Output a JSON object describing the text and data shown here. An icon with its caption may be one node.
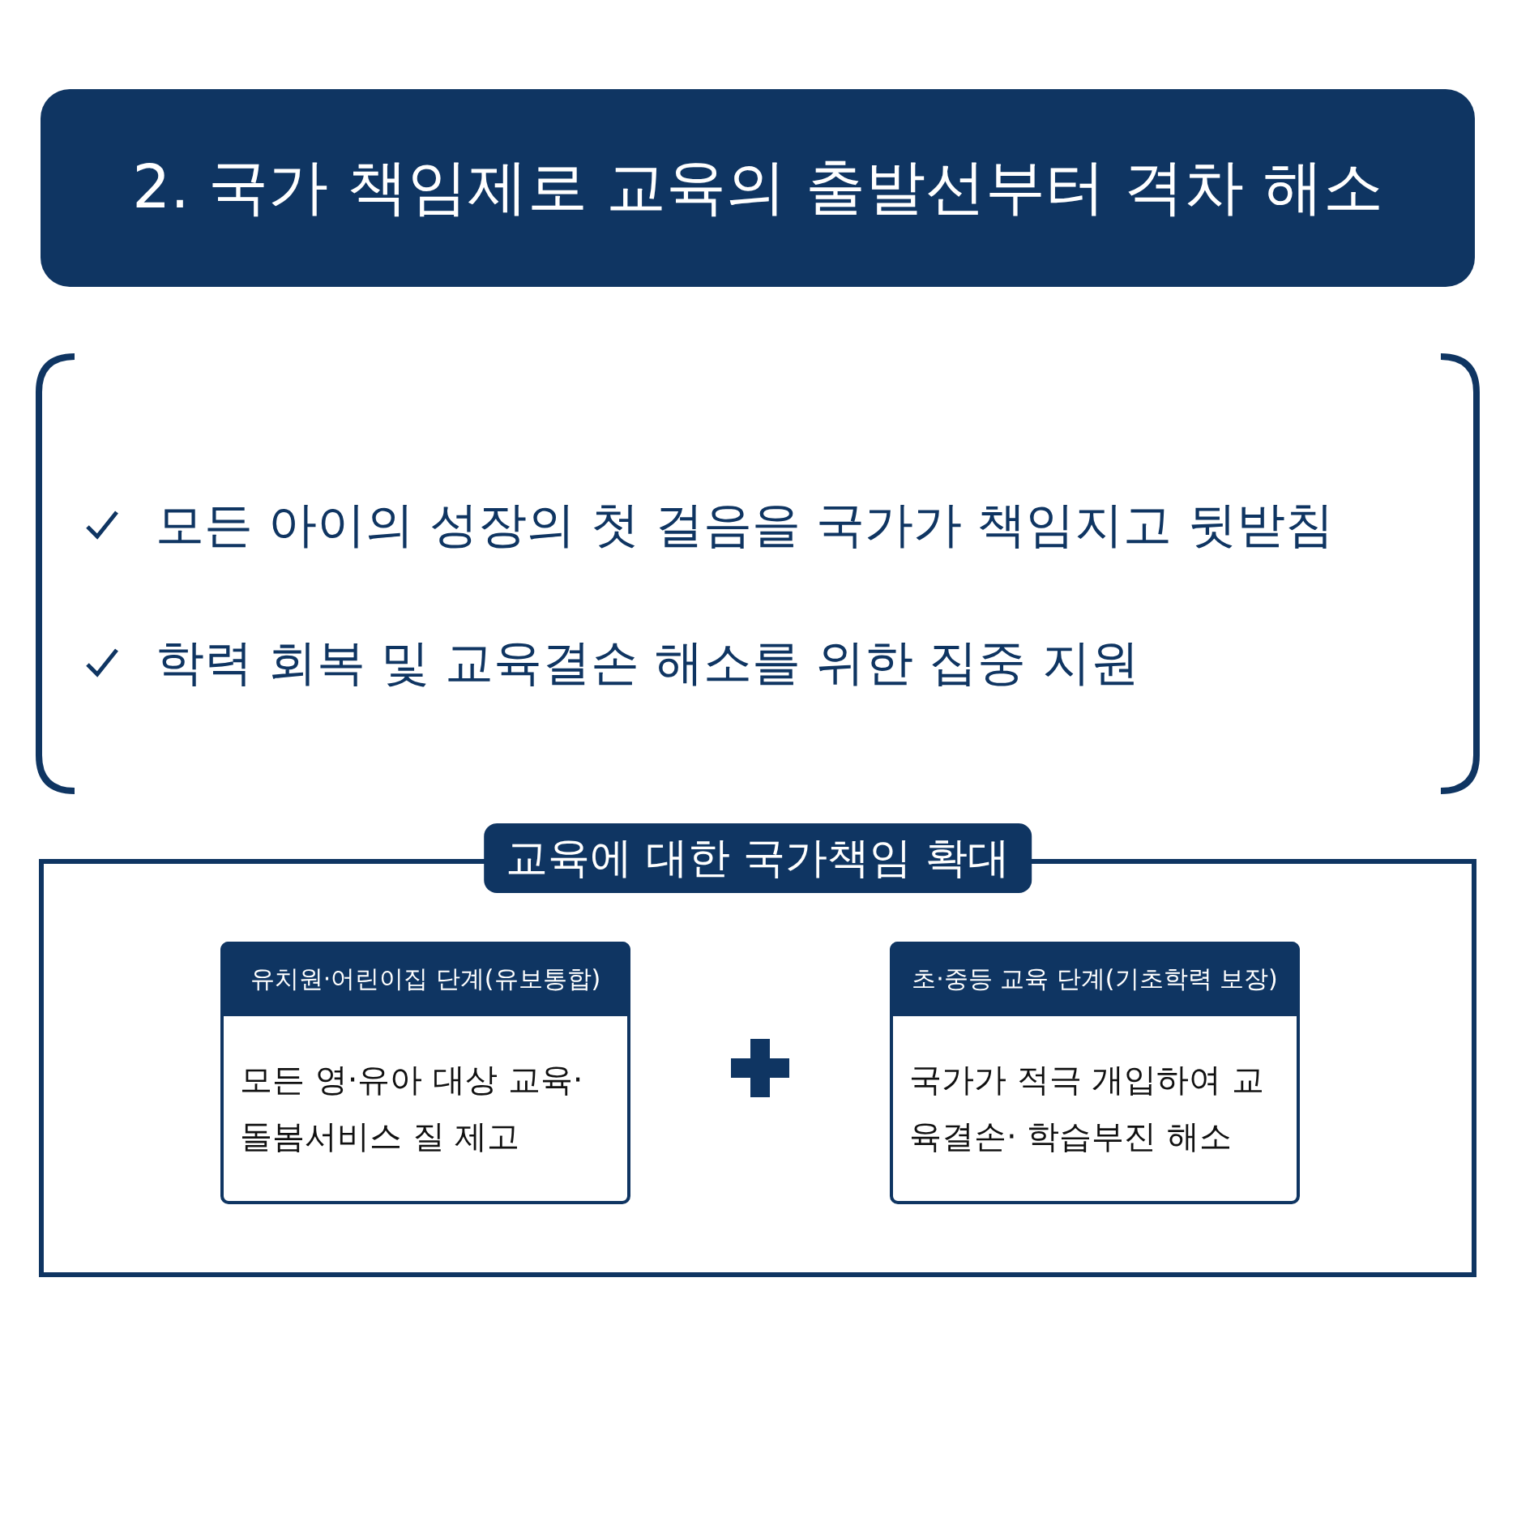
{
  "diagram": {
    "title": "2. 국가 책임제로 교육의 출발선부터 격차 해소",
    "nodes": [
      {
        "text": [
          "모든 아이의 성장의 첫 걸음을 국가가 책임지고 뒷받침",
          "학력 회복 및 교육결손 해소를 위한 집중 지원"
        ]
      },
      {
        "text": [
          "교육에 대한 국가책임 확대"
        ]
      },
      {
        "text": [
          "유치원·어린이집 단계(유보통합)",
          "모든 영·유아 대상 교육·돌봄서비스 질 제고"
        ],
        "in": 1
      },
      {
        "text": [
          "초·중등 교육 단계(기초학력 보장)",
          "국가가 적극 개입하여 교육결손· 학습부진 해소"
        ],
        "in": 1
      }
    ]
  }
}
